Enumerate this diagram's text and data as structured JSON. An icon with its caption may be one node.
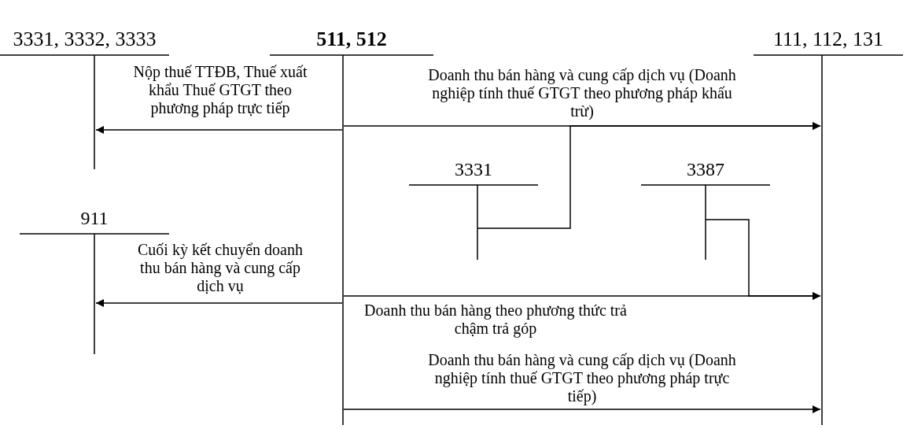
{
  "diagram": {
    "nodes": [
      {
        "text": [
          "3331, 3332, 3333"
        ]
      },
      {
        "text": [
          "511, 512"
        ]
      },
      {
        "text": [
          "111, 112, 131"
        ]
      },
      {
        "text": [
          "3331"
        ]
      },
      {
        "text": [
          "3387"
        ]
      },
      {
        "text": [
          "911"
        ]
      }
    ],
    "edges": [
      {
        "from": 1,
        "to": 0,
        "arrow": "to",
        "label": "Nộp thuế TTĐB, Thuế xuất khẩu Thuế GTGT theo phương pháp trực tiếp"
      },
      {
        "from": 1,
        "to": 2,
        "arrow": "to",
        "label": "Doanh thu bán hàng và cung cấp dịch vụ (Doanh nghiệp tính thuế GTGT theo phương pháp khấu trừ)"
      },
      {
        "from": 3,
        "to": 2,
        "arrow": "to"
      },
      {
        "from": 1,
        "to": 5,
        "arrow": "to",
        "label": "Cuối kỳ kết chuyển doanh thu bán hàng và cung cấp dịch vụ"
      },
      {
        "from": 1,
        "to": 2,
        "arrow": "to",
        "label": "Doanh thu bán hàng theo phương thức trả chậm trả góp"
      },
      {
        "from": 4,
        "to": 2,
        "arrow": "to"
      },
      {
        "from": 1,
        "to": 2,
        "arrow": "to",
        "label": "Doanh thu bán hàng và cung cấp dịch vụ (Doanh nghiệp tính thuế GTGT theo phương pháp trực tiếp)"
      }
    ]
  }
}
